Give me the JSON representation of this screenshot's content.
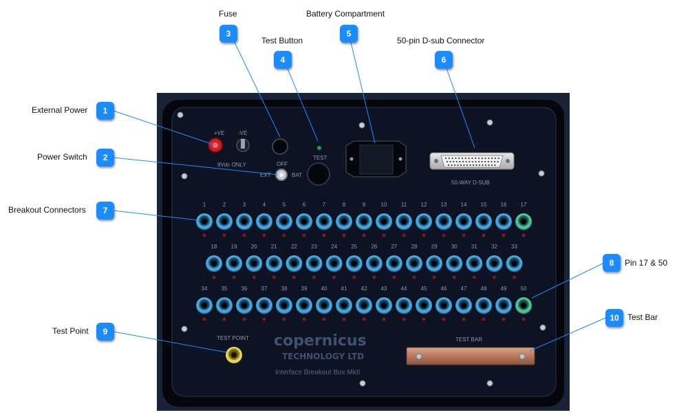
{
  "callouts": [
    {
      "num": "1",
      "label": "External Power"
    },
    {
      "num": "2",
      "label": "Power Switch"
    },
    {
      "num": "3",
      "label": "Fuse"
    },
    {
      "num": "4",
      "label": "Test Button"
    },
    {
      "num": "5",
      "label": "Battery Compartment"
    },
    {
      "num": "6",
      "label": "50-pin D-sub Connector"
    },
    {
      "num": "7",
      "label": "Breakout Connectors"
    },
    {
      "num": "8",
      "label": "Pin 17 & 50"
    },
    {
      "num": "9",
      "label": "Test Point"
    },
    {
      "num": "10",
      "label": "Test Bar"
    }
  ],
  "panel": {
    "plus_ve": "+VE",
    "minus_ve": "-VE",
    "vdc": "9Vdc ONLY",
    "off": "OFF",
    "ext": "EXT",
    "bat": "BAT",
    "test": "TEST",
    "dsub": "50-WAY D-SUB",
    "test_point": "TEST POINT",
    "test_bar": "TEST BAR",
    "brand": "copernicus",
    "brand_sub": "TECHNOLOGY LTD",
    "product": "Interface Breakout Box MkII"
  },
  "pins": {
    "row1": [
      "1",
      "2",
      "3",
      "4",
      "5",
      "6",
      "7",
      "8",
      "9",
      "10",
      "11",
      "12",
      "13",
      "14",
      "15",
      "16",
      "17"
    ],
    "row2": [
      "18",
      "19",
      "20",
      "21",
      "22",
      "23",
      "24",
      "25",
      "26",
      "27",
      "28",
      "29",
      "30",
      "31",
      "32",
      "33"
    ],
    "row3": [
      "34",
      "35",
      "36",
      "37",
      "38",
      "39",
      "40",
      "41",
      "42",
      "43",
      "44",
      "45",
      "46",
      "47",
      "48",
      "49",
      "50"
    ]
  },
  "colors": {
    "badge": "#1a8cff",
    "socket": "#3fa8e0",
    "socket_green": "#3fbf8f",
    "panel": "#0d1322"
  }
}
